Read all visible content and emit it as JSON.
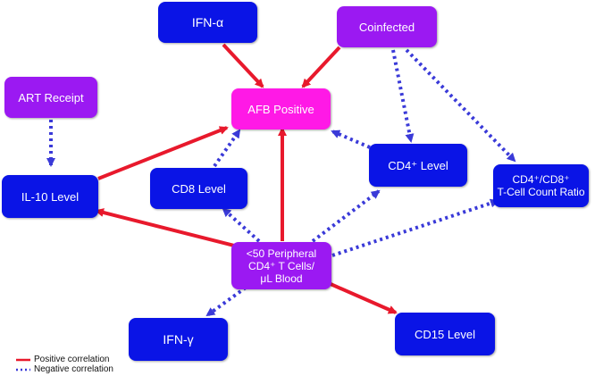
{
  "colors": {
    "positive": "#e8192c",
    "negative": "#3a3ad8",
    "blue_node": "#0a14e6",
    "purple_node": "#9b19f2",
    "magenta_node": "#ff19e6"
  },
  "nodes": {
    "ifn_alpha": "IFN-α",
    "coinfected": "Coinfected",
    "art_receipt": "ART Receipt",
    "afb_positive": "AFB Positive",
    "cd8_level": "CD8 Level",
    "cd4_level": "CD4⁺ Level",
    "il10_level": "IL-10 Level",
    "ratio_line1": "CD4⁺/CD8⁺",
    "ratio_line2": "T-Cell Count Ratio",
    "periph_line1": "<50 Peripheral",
    "periph_line2": "CD4⁺ T Cells/",
    "periph_line3": "μL Blood",
    "ifn_gamma": "IFN-γ",
    "cd15_level": "CD15 Level"
  },
  "legend": {
    "positive": "Positive correlation",
    "negative": "Negative correlation"
  }
}
